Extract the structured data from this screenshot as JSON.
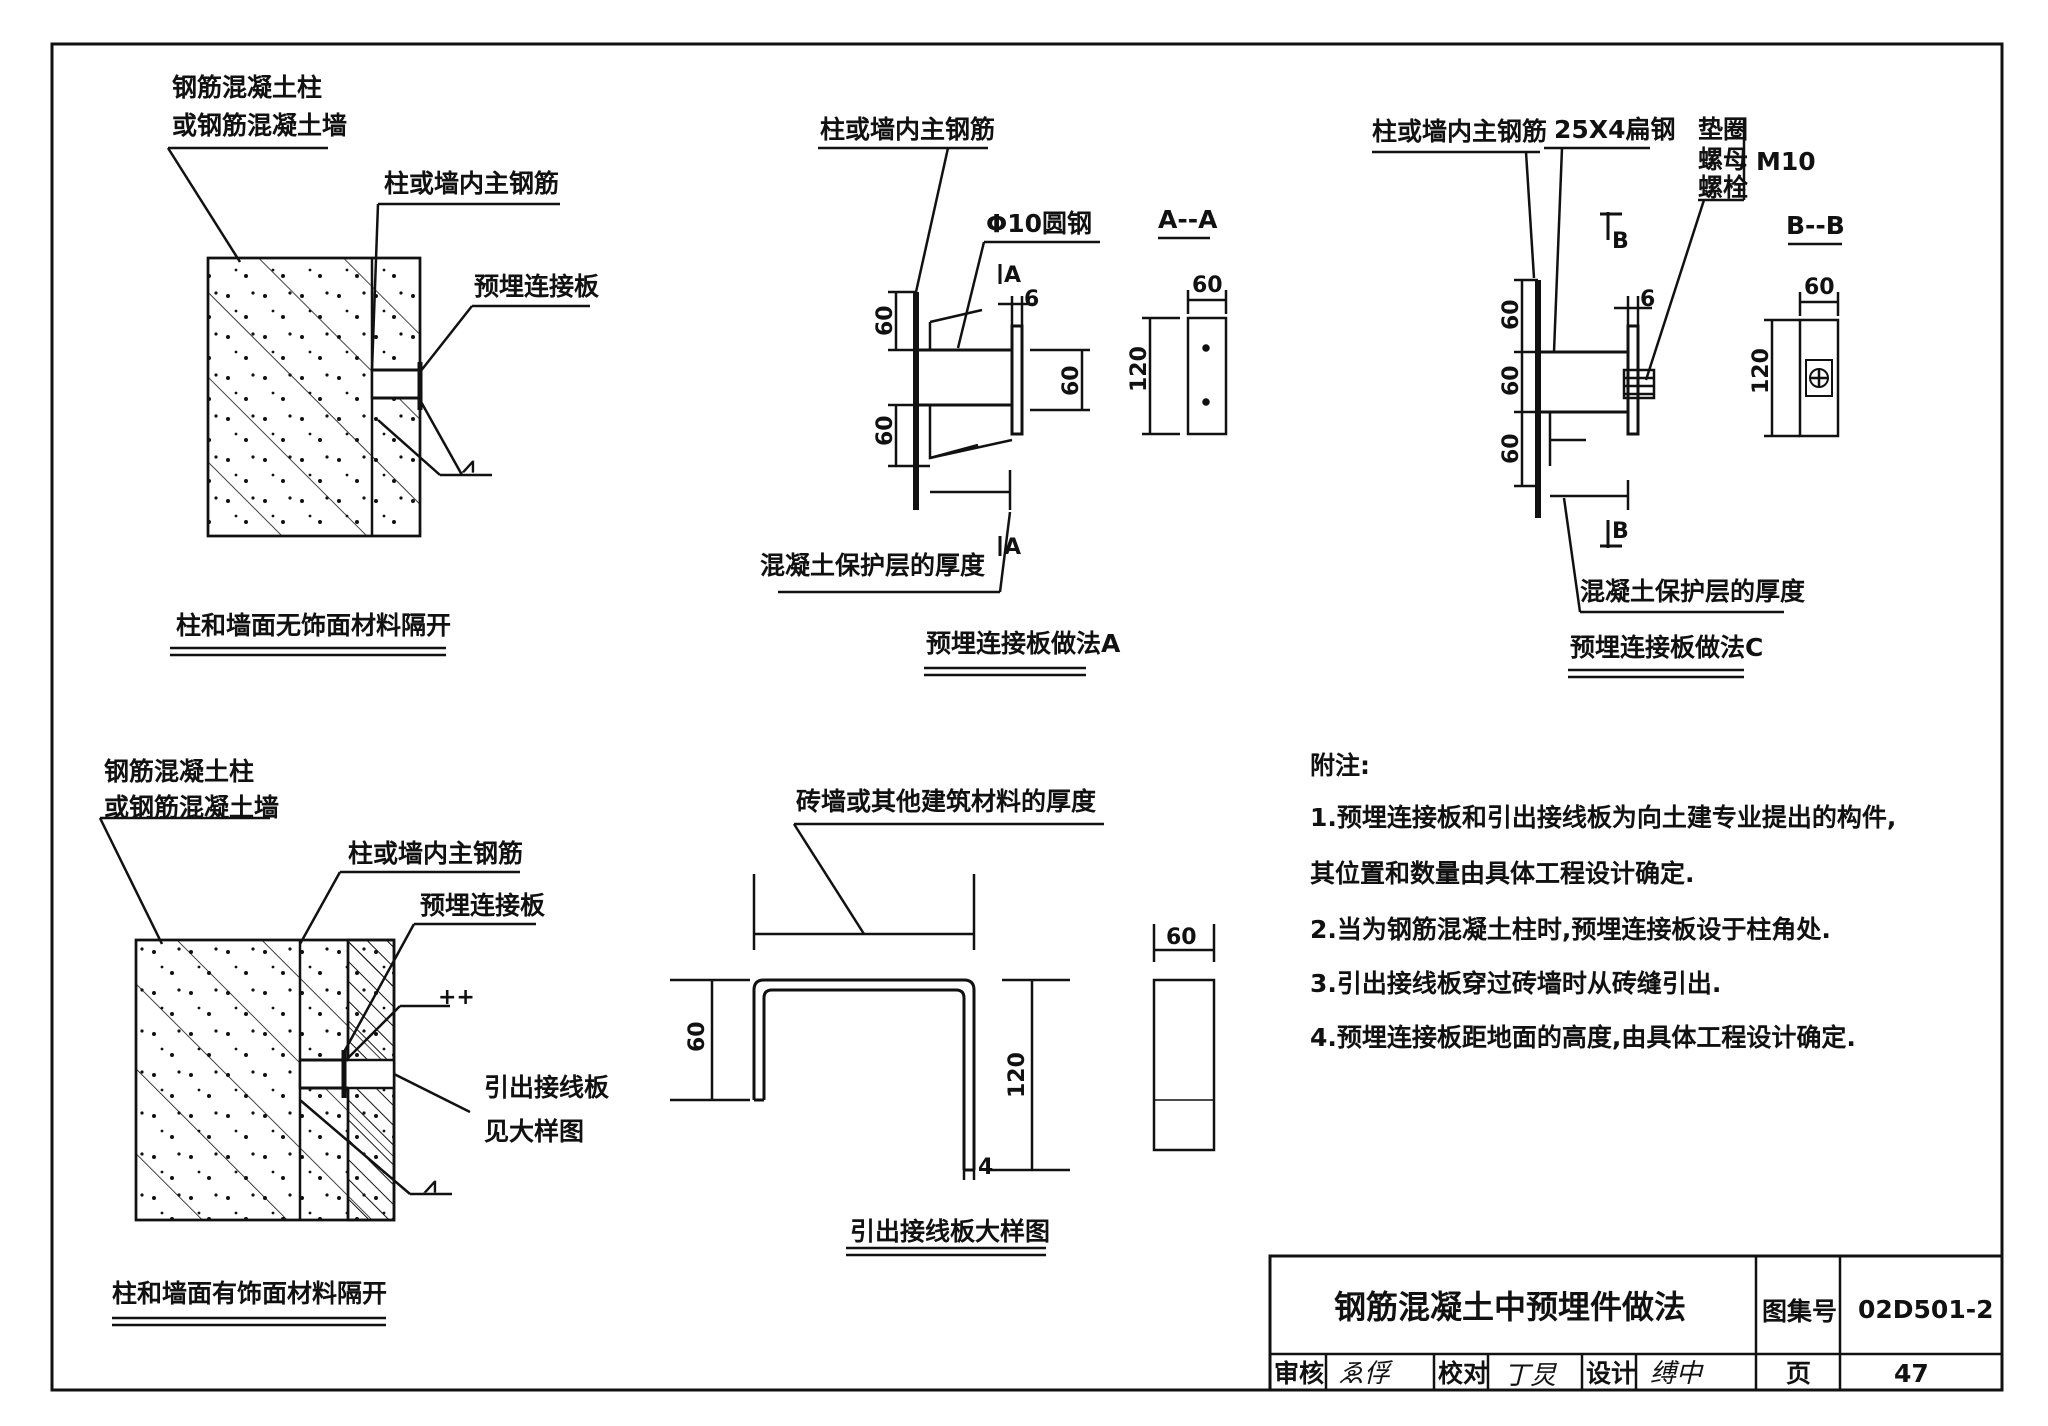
{
  "views": {
    "v1": {
      "col_label_1": "钢筋混凝土柱",
      "col_label_2": "或钢筋混凝土墙",
      "rebar": "柱或墙内主钢筋",
      "plate": "预埋连接板",
      "caption": "柱和墙面无饰面材料隔开"
    },
    "vA": {
      "rebar": "柱或墙内主钢筋",
      "bar": "Φ10圆钢",
      "section": "A--A",
      "sec_mark": "A",
      "cover": "混凝土保护层的厚度",
      "caption": "预埋连接板做法A",
      "d_top": "60",
      "d_mid": "60",
      "d_bot": "60",
      "d_6": "6",
      "s_w": "60",
      "s_h": "120"
    },
    "vC": {
      "rebar": "柱或墙内主钢筋",
      "flat": "25X4扁钢",
      "washer": "垫圈",
      "nut": "螺母",
      "bolt": "螺栓",
      "m10": "M10",
      "section": "B--B",
      "sec_mark": "B",
      "cover": "混凝土保护层的厚度",
      "caption": "预埋连接板做法C",
      "d1": "60",
      "d2": "60",
      "d3": "60",
      "d_6": "6",
      "s_w": "60",
      "s_h": "120"
    },
    "v2": {
      "col_label_1": "钢筋混凝土柱",
      "col_label_2": "或钢筋混凝土墙",
      "rebar": "柱或墙内主钢筋",
      "plate": "预埋连接板",
      "lead_1": "引出接线板",
      "lead_2": "见大样图",
      "caption": "柱和墙面有饰面材料隔开"
    },
    "detail": {
      "thickness": "砖墙或其他建筑材料的厚度",
      "caption": "引出接线板大样图",
      "d_60": "60",
      "d_120": "120",
      "d_4": "4",
      "s_w": "60"
    }
  },
  "notes": {
    "heading": "附注:",
    "items": [
      "1.预埋连接板和引出接线板为向土建专业提出的构件,",
      "其位置和数量由具体工程设计确定.",
      "2.当为钢筋混凝土柱时,预埋连接板设于柱角处.",
      "3.引出接线板穿过砖墙时从砖缝引出.",
      "4.预埋连接板距地面的高度,由具体工程设计确定."
    ]
  },
  "title_block": {
    "title": "钢筋混凝土中预埋件做法",
    "atlas_label": "图集号",
    "atlas_no": "02D501-2",
    "review": "审核",
    "check": "校对",
    "design": "设计",
    "page_label": "页",
    "page_no": "47"
  }
}
